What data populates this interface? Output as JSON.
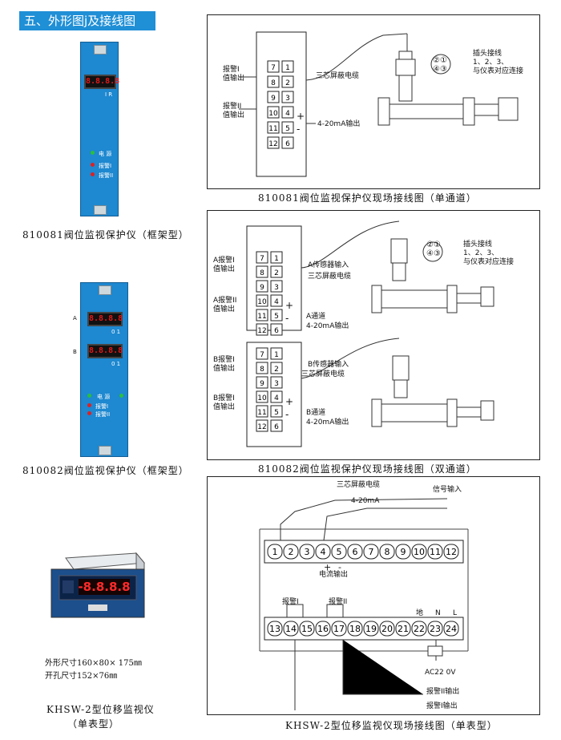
{
  "header": {
    "title": "五、外形图j及接线图"
  },
  "frame_810081": {
    "panel": {
      "display": "8.8.8.8",
      "display_sub": "I R",
      "power_label": "电 源",
      "alarm1_label": "报警I",
      "alarm2_label": "报警II"
    },
    "caption": "810081阀位监视保护仪（框架型）"
  },
  "frame_810082": {
    "panel": {
      "display_a": "8.8.8.8",
      "display_b": "8.8.8.8",
      "sub_a": "0 1",
      "sub_b": "0 1",
      "mark_a": "A",
      "mark_b": "B",
      "power_label": "电 源",
      "alarm1_label": "报警I",
      "alarm2_label": "报警II"
    },
    "caption": "810082阀位监视保护仪（框架型）"
  },
  "frame_khsw": {
    "device_display": "-8.8.8.8",
    "spec_outer": "外形尺寸160×80× 175㎜",
    "spec_hole": "开孔尺寸152×76㎜",
    "caption_line1": "KHSW-2型位移监视仪",
    "caption_line2": "（单表型）"
  },
  "diagram1": {
    "caption": "810081阀位监视保护仪现场接线图（单通道）",
    "alarm1": "报警I\n值输出",
    "alarm2": "报警II\n值输出",
    "cable": "三芯屏蔽电缆",
    "output": "4-20mA输出",
    "plus": "+",
    "minus": "-",
    "plug_title": "插头接线",
    "plug_line2": "1、2、3、",
    "plug_line3": "与仪表对应连接",
    "terminals": [
      "7",
      "1",
      "8",
      "2",
      "9",
      "3",
      "10",
      "4",
      "11",
      "5",
      "12",
      "6"
    ],
    "plug_pins": "②①\n④③"
  },
  "diagram2": {
    "caption": "810082阀位监视保护仪现场接线图（双通道）",
    "a_alarm1": "A报警I\n值输出",
    "a_alarm2": "A报警II\n值输出",
    "b_alarm1": "B报警I\n值输出",
    "b_alarm2": "B报警I\n值输出",
    "a_sensor": "A传感器输入",
    "b_sensor": "B传感器输入",
    "cable": "三芯屏蔽电缆",
    "a_channel": "A通道",
    "b_channel": "B通道",
    "output": "4-20mA输出",
    "plus": "+",
    "minus": "-",
    "plug_title": "插头接线",
    "plug_line2": "1、2、3、",
    "plug_line3": "与仪表对应连接",
    "terminals": [
      "7",
      "1",
      "8",
      "2",
      "9",
      "3",
      "10",
      "4",
      "11",
      "5",
      "12",
      "6"
    ],
    "plug_pins": "②①\n④③"
  },
  "diagram3": {
    "caption": "KHSW-2型位移监视仪现场接线图（单表型）",
    "cable": "三芯屏蔽电缆",
    "signal": "信号输入",
    "current": "4-20mA",
    "current_out": "电流输出",
    "top_terminals": [
      "1",
      "2",
      "3",
      "4",
      "5",
      "6",
      "7",
      "8",
      "9",
      "10",
      "11",
      "12"
    ],
    "bottom_terminals": [
      "13",
      "14",
      "15",
      "16",
      "17",
      "18",
      "19",
      "20",
      "21",
      "22",
      "23",
      "24"
    ],
    "alarm1": "报警I",
    "alarm2": "报警II",
    "earth": "地",
    "n": "N",
    "l": "L",
    "power": "AC22 0V",
    "alarm2_out": "报警II输出",
    "alarm1_out": "报警I输出",
    "plus": "+",
    "minus": "-"
  }
}
